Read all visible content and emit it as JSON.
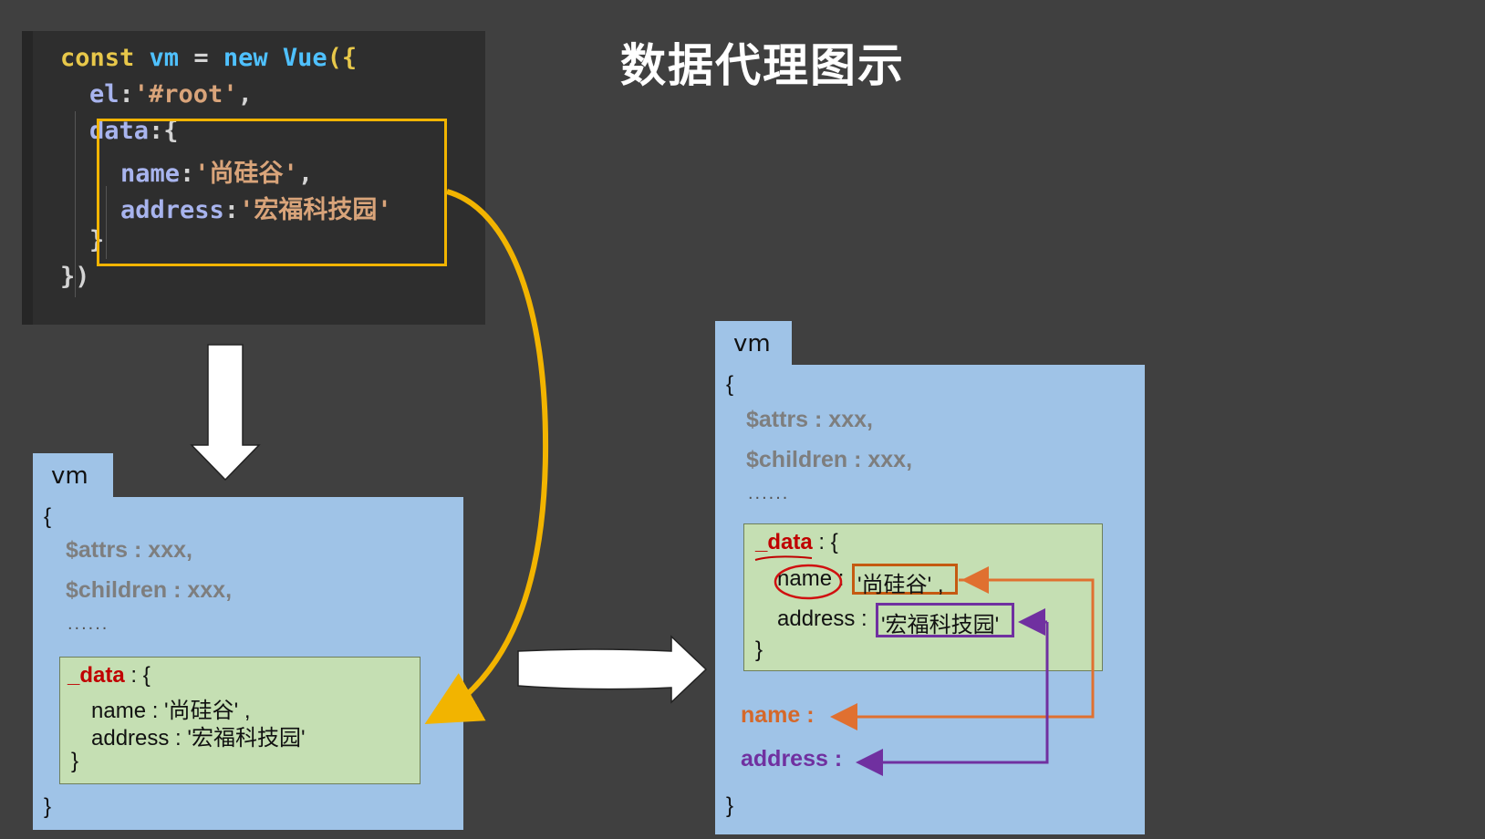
{
  "title": "数据代理图示",
  "code": {
    "line1": {
      "kw": "const",
      "var1": "vm",
      "op": " = ",
      "kw2": "new",
      "cls": "Vue",
      "tail": "({"
    },
    "line2": {
      "prop": "el",
      "colon": ":",
      "str": "'#root'",
      "tail": ","
    },
    "line3": {
      "prop": "data",
      "tail": ":{"
    },
    "line4": {
      "prop": "name",
      "colon": ":",
      "str": "'尚硅谷'",
      "tail": ","
    },
    "line5": {
      "prop": "address",
      "colon": ":",
      "str": "'宏福科技园'"
    },
    "line6": "}",
    "line7": "})"
  },
  "left_vm": {
    "tab": "vm",
    "open": "{",
    "attrs": "$attrs : xxx,",
    "children": "$children : xxx,",
    "dots": "......",
    "data_key": "_data",
    "data_open": " : {",
    "name_line": "name : '尚硅谷' ,",
    "address_line": "address : '宏福科技园'",
    "inner_close": "}",
    "close": "}"
  },
  "right_vm": {
    "tab": "vm",
    "open": "{",
    "attrs": "$attrs : xxx,",
    "children": "$children : xxx,",
    "dots": "......",
    "data_key": "_data",
    "data_open": " : {",
    "name_key": "name",
    "name_colon": " :",
    "name_val": "'尚硅谷' ,",
    "address_key": "address :",
    "address_val": "'宏福科技园'",
    "inner_close": "}",
    "proxy_name": "name :",
    "proxy_address": "address :",
    "close": "}"
  },
  "colors": {
    "background": "#404040",
    "vm_blue": "#9fc3e7",
    "data_green": "#c5dfb3",
    "highlight_yellow": "#f2b400",
    "orange": "#c55a11",
    "purple": "#7030a0",
    "red": "#c00000"
  }
}
